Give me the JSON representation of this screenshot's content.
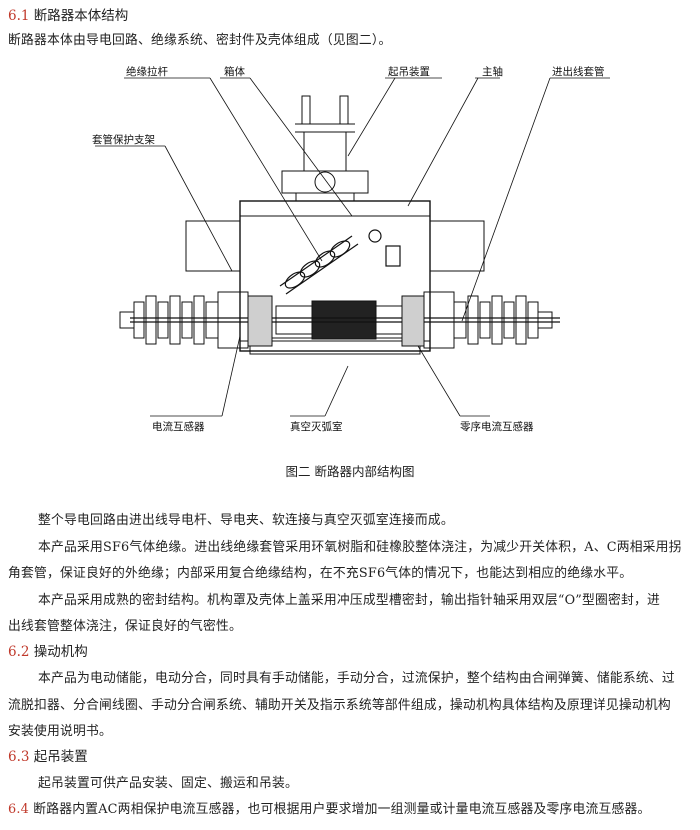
{
  "sections": {
    "s61": {
      "num": "6.1",
      "title": "断路器本体结构"
    },
    "s62": {
      "num": "6.2",
      "title": "操动机构"
    },
    "s63": {
      "num": "6.3",
      "title": "起吊装置"
    },
    "s64": {
      "num": "6.4",
      "title": "断路器内置AC两相保护电流互感器，也可根据用户要求增加一组测量或计量电流互感器及零序电流互感器。"
    }
  },
  "intro": "断路器本体由导电回路、绝缘系统、密封件及壳体组成（见图二）。",
  "diagram": {
    "labels": {
      "insulating_rod": "绝缘拉杆",
      "tank": "箱体",
      "lifting_device": "起吊装置",
      "main_shaft": "主轴",
      "incoming_bushing": "进出线套管",
      "bushing_bracket": "套管保护支架",
      "current_transformer": "电流互感器",
      "vacuum_interrupter": "真空灭弧室",
      "zero_sequence_ct": "零序电流互感器"
    },
    "caption": "图二 断路器内部结构图"
  },
  "paragraphs": {
    "p1": "整个导电回路由进出线导电杆、导电夹、软连接与真空灭弧室连接而成。",
    "p2a": "本产品采用SF6气体绝缘。进出线绝缘套管采用环氧树脂和硅橡胶整体浇注，为减少开关体积，A、C两相采用拐",
    "p2b": "角套管，保证良好的外绝缘；内部采用复合绝缘结构，在不充SF6气体的情况下，也能达到相应的绝缘水平。",
    "p3a": "本产品采用成熟的密封结构。机构罩及壳体上盖采用冲压成型槽密封，输出指针轴采用双层“O”型圈密封，进",
    "p3b": "出线套管整体浇注，保证良好的气密性。",
    "p4a": "本产品为电动储能，电动分合，同时具有手动储能，手动分合，过流保护，整个结构由合闸弹簧、储能系统、过",
    "p4b": "流脱扣器、分合闸线圈、手动分合闸系统、辅助开关及指示系统等部件组成，操动机构具体结构及原理详见操动机构",
    "p4c": "安装使用说明书。",
    "p5": "起吊装置可供产品安装、固定、搬运和吊装。"
  }
}
